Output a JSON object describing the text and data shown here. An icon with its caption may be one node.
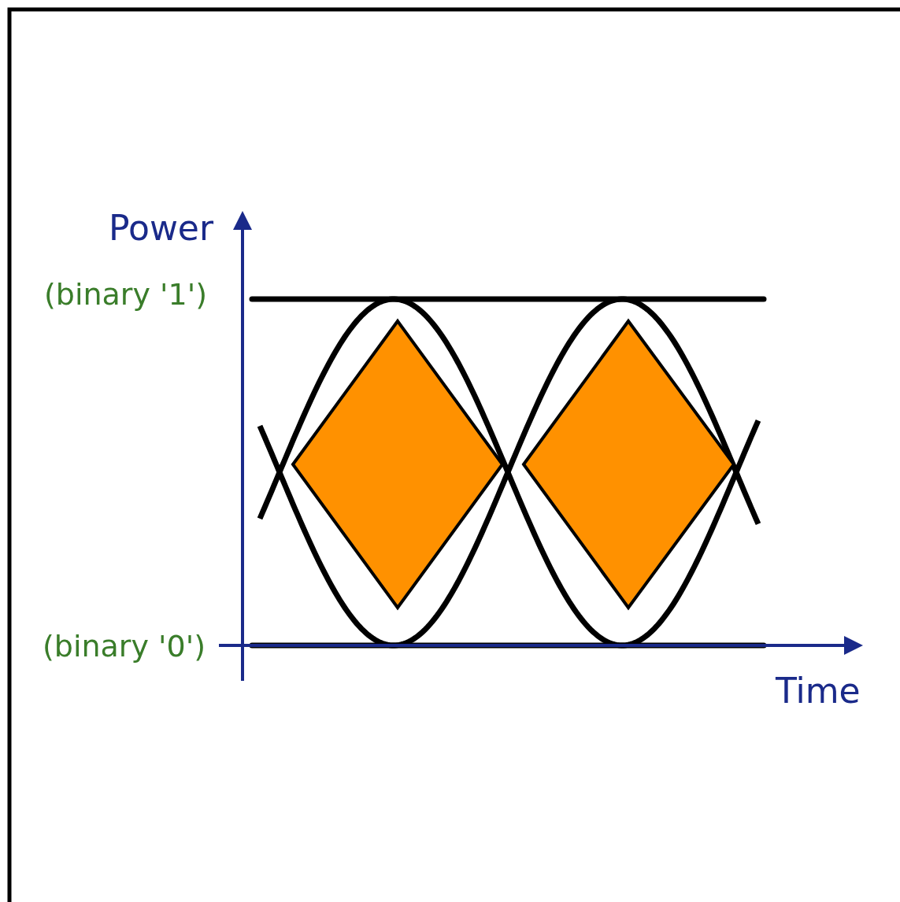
{
  "diagram": {
    "nodes": [
      {
        "text": [],
        "shape": "diamond"
      },
      {
        "text": [],
        "shape": "diamond"
      }
    ],
    "labels": [
      "Power",
      "(binary '1')",
      "(binary '0')",
      "Time"
    ]
  }
}
